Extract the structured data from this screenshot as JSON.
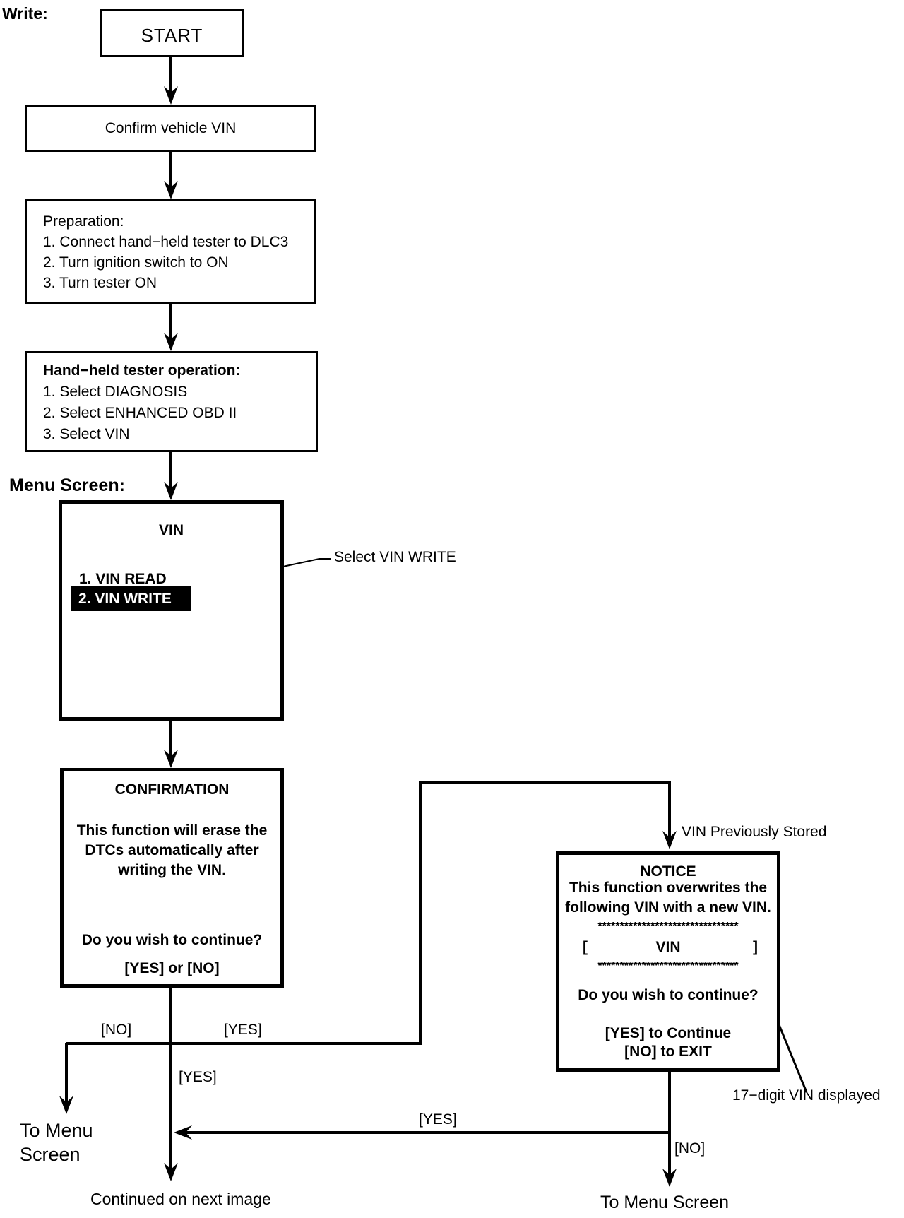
{
  "header": {
    "write_label": "Write:",
    "menu_screen_label": "Menu Screen:"
  },
  "flow": {
    "start_label": "START",
    "confirm_label": "Confirm vehicle VIN",
    "preparation": {
      "title": "Preparation:",
      "steps": [
        "1. Connect hand−held tester to DLC3",
        "2. Turn ignition switch to ON",
        "3. Turn tester ON"
      ]
    },
    "tester_op": {
      "title": "Hand−held tester operation:",
      "steps": [
        "1. Select DIAGNOSIS",
        "2. Select ENHANCED OBD II",
        "3. Select VIN"
      ]
    }
  },
  "menu_screen": {
    "title": "VIN",
    "item_read": "1. VIN READ",
    "item_write": "2. VIN WRITE",
    "callout": "Select VIN WRITE"
  },
  "confirmation": {
    "title": "CONFIRMATION",
    "body": [
      "This function will erase the",
      "DTCs automatically after",
      "writing the VIN."
    ],
    "question": "Do you wish to continue?",
    "options": "[YES] or [NO]"
  },
  "notice": {
    "condition_label": "VIN Previously Stored",
    "title": "NOTICE",
    "body": [
      "This function overwrites the",
      "following VIN with a new VIN."
    ],
    "stars": "********************************",
    "vin_open": "[",
    "vin_label": "VIN",
    "vin_close": "]",
    "question": "Do you wish to continue?",
    "yes_line": "[YES] to Continue",
    "no_line": "[NO] to EXIT",
    "callout": "17−digit VIN displayed"
  },
  "branch_labels": {
    "no_confirmation": "[NO]",
    "yes_confirmation": "[YES]",
    "yes_continue": "[YES]",
    "yes_return": "[YES]",
    "no_notice": "[NO]"
  },
  "exits": {
    "to_menu_left_line1": "To Menu",
    "to_menu_left_line2": "Screen",
    "to_menu_right": "To Menu Screen",
    "continued": "Continued on next image"
  }
}
